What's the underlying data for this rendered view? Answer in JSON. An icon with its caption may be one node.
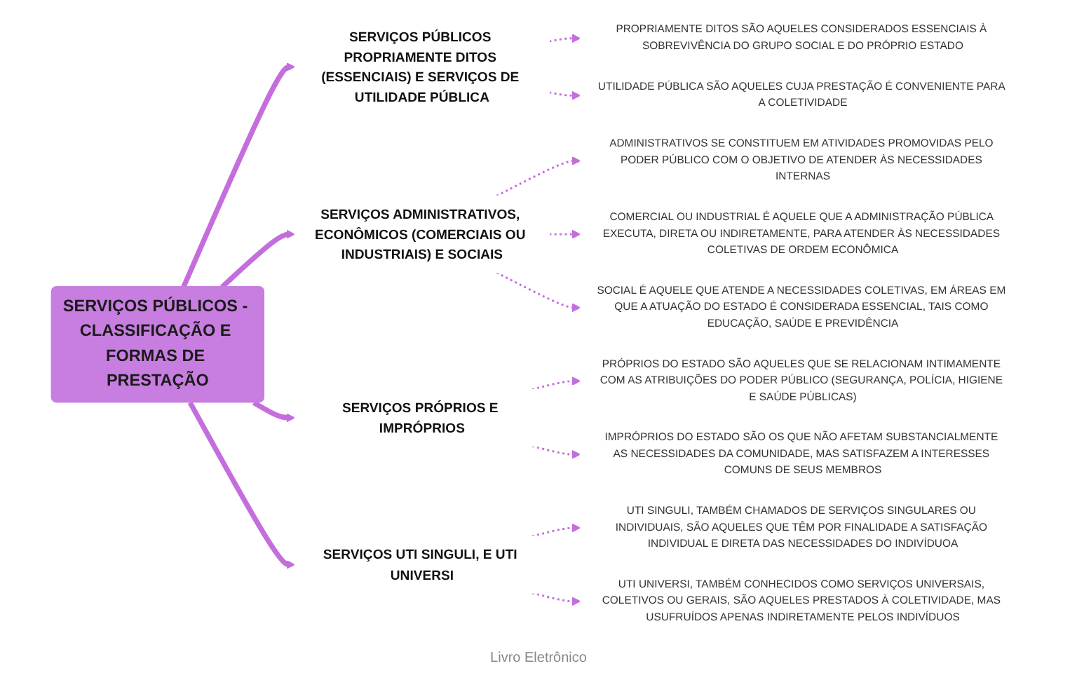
{
  "diagram": {
    "nodes": [
      {
        "text": [
          "SERVIÇOS PÚBLICOS - CLASSIFICAÇÃO E FORMAS DE PRESTAÇÃO"
        ]
      },
      {
        "text": [
          "SERVIÇOS PÚBLICOS PROPRIAMENTE DITOS (ESSENCIAIS) E SERVIÇOS DE UTILIDADE PÚBLICA"
        ]
      },
      {
        "text": [
          "PROPRIAMENTE DITOS SÃO AQUELES CONSIDERADOS ESSENCIAIS À SOBREVIVÊNCIA DO GRUPO SOCIAL E DO PRÓPRIO ESTADO"
        ]
      },
      {
        "text": [
          "UTILIDADE PÚBLICA SÃO AQUELES CUJA PRESTAÇÃO É CONVENIENTE PARA A COLETIVIDADE"
        ]
      },
      {
        "text": [
          "SERVIÇOS ADMINISTRATIVOS, ECONÔMICOS (COMERCIAIS OU INDUSTRIAIS) E SOCIAIS"
        ]
      },
      {
        "text": [
          "ADMINISTRATIVOS SE CONSTITUEM EM ATIVIDADES PROMOVIDAS PELO PODER PÚBLICO COM O OBJETIVO DE ATENDER ÀS NECESSIDADES INTERNAS"
        ]
      },
      {
        "text": [
          "COMERCIAL OU INDUSTRIAL É AQUELE QUE A ADMINISTRAÇÃO PÚBLICA EXECUTA, DIRETA OU INDIRETAMENTE, PARA ATENDER ÀS NECESSIDADES COLETIVAS DE ORDEM ECONÔMICA"
        ]
      },
      {
        "text": [
          "SOCIAL É AQUELE QUE ATENDE A NECESSIDADES COLETIVAS, EM ÁREAS EM QUE A ATUAÇÃO DO ESTADO É CONSIDERADA ESSENCIAL, TAIS COMO EDUCAÇÃO, SAÚDE E PREVIDÊNCIA"
        ]
      },
      {
        "text": [
          "SERVIÇOS PRÓPRIOS E IMPRÓPRIOS"
        ]
      },
      {
        "text": [
          "PRÓPRIOS DO ESTADO SÃO AQUELES QUE SE RELACIONAM INTIMAMENTE COM AS ATRIBUIÇÕES DO PODER PÚBLICO (SEGURANÇA, POLÍCIA, HIGIENE E SAÚDE PÚBLICAS)"
        ]
      },
      {
        "text": [
          "IMPRÓPRIOS DO ESTADO SÃO OS QUE NÃO AFETAM SUBSTANCIALMENTE AS NECESSIDADES DA COMUNIDADE, MAS SATISFAZEM A INTERESSES COMUNS DE SEUS MEMBROS"
        ]
      },
      {
        "text": [
          "SERVIÇOS UTI SINGULI, E UTI UNIVERSI"
        ]
      },
      {
        "text": [
          "UTI SINGULI, TAMBÉM CHAMADOS DE SERVIÇOS SINGULARES OU INDIVIDUAIS, SÃO AQUELES QUE TÊM POR FINALIDADE A SATISFAÇÃO INDIVIDUAL E DIRETA DAS NECESSIDADES DO INDIVÍDUOA"
        ]
      },
      {
        "text": [
          "UTI UNIVERSI, TAMBÉM CONHECIDOS COMO SERVIÇOS UNIVERSAIS, COLETIVOS OU GERAIS, SÃO AQUELES PRESTADOS À COLETIVIDADE, MAS USUFRUÍDOS APENAS INDIRETAMENTE PELOS INDIVÍDUOS"
        ]
      }
    ],
    "edges": [
      {
        "from": 0,
        "to": 1,
        "arrow": "to",
        "style": "thick"
      },
      {
        "from": 0,
        "to": 4,
        "arrow": "to",
        "style": "thick"
      },
      {
        "from": 0,
        "to": 8,
        "arrow": "to",
        "style": "thick"
      },
      {
        "from": 0,
        "to": 11,
        "arrow": "to",
        "style": "thick"
      },
      {
        "from": 1,
        "to": 2,
        "arrow": "to",
        "style": "dashed"
      },
      {
        "from": 1,
        "to": 3,
        "arrow": "to",
        "style": "dashed"
      },
      {
        "from": 4,
        "to": 5,
        "arrow": "to",
        "style": "dashed"
      },
      {
        "from": 4,
        "to": 6,
        "arrow": "to",
        "style": "dashed"
      },
      {
        "from": 4,
        "to": 7,
        "arrow": "to",
        "style": "dashed"
      },
      {
        "from": 8,
        "to": 9,
        "arrow": "to",
        "style": "dashed"
      },
      {
        "from": 8,
        "to": 10,
        "arrow": "to",
        "style": "dashed"
      },
      {
        "from": 11,
        "to": 12,
        "arrow": "to",
        "style": "dashed"
      },
      {
        "from": 11,
        "to": 13,
        "arrow": "to",
        "style": "dashed"
      }
    ],
    "labels": [
      "Livro Eletrônico"
    ]
  }
}
